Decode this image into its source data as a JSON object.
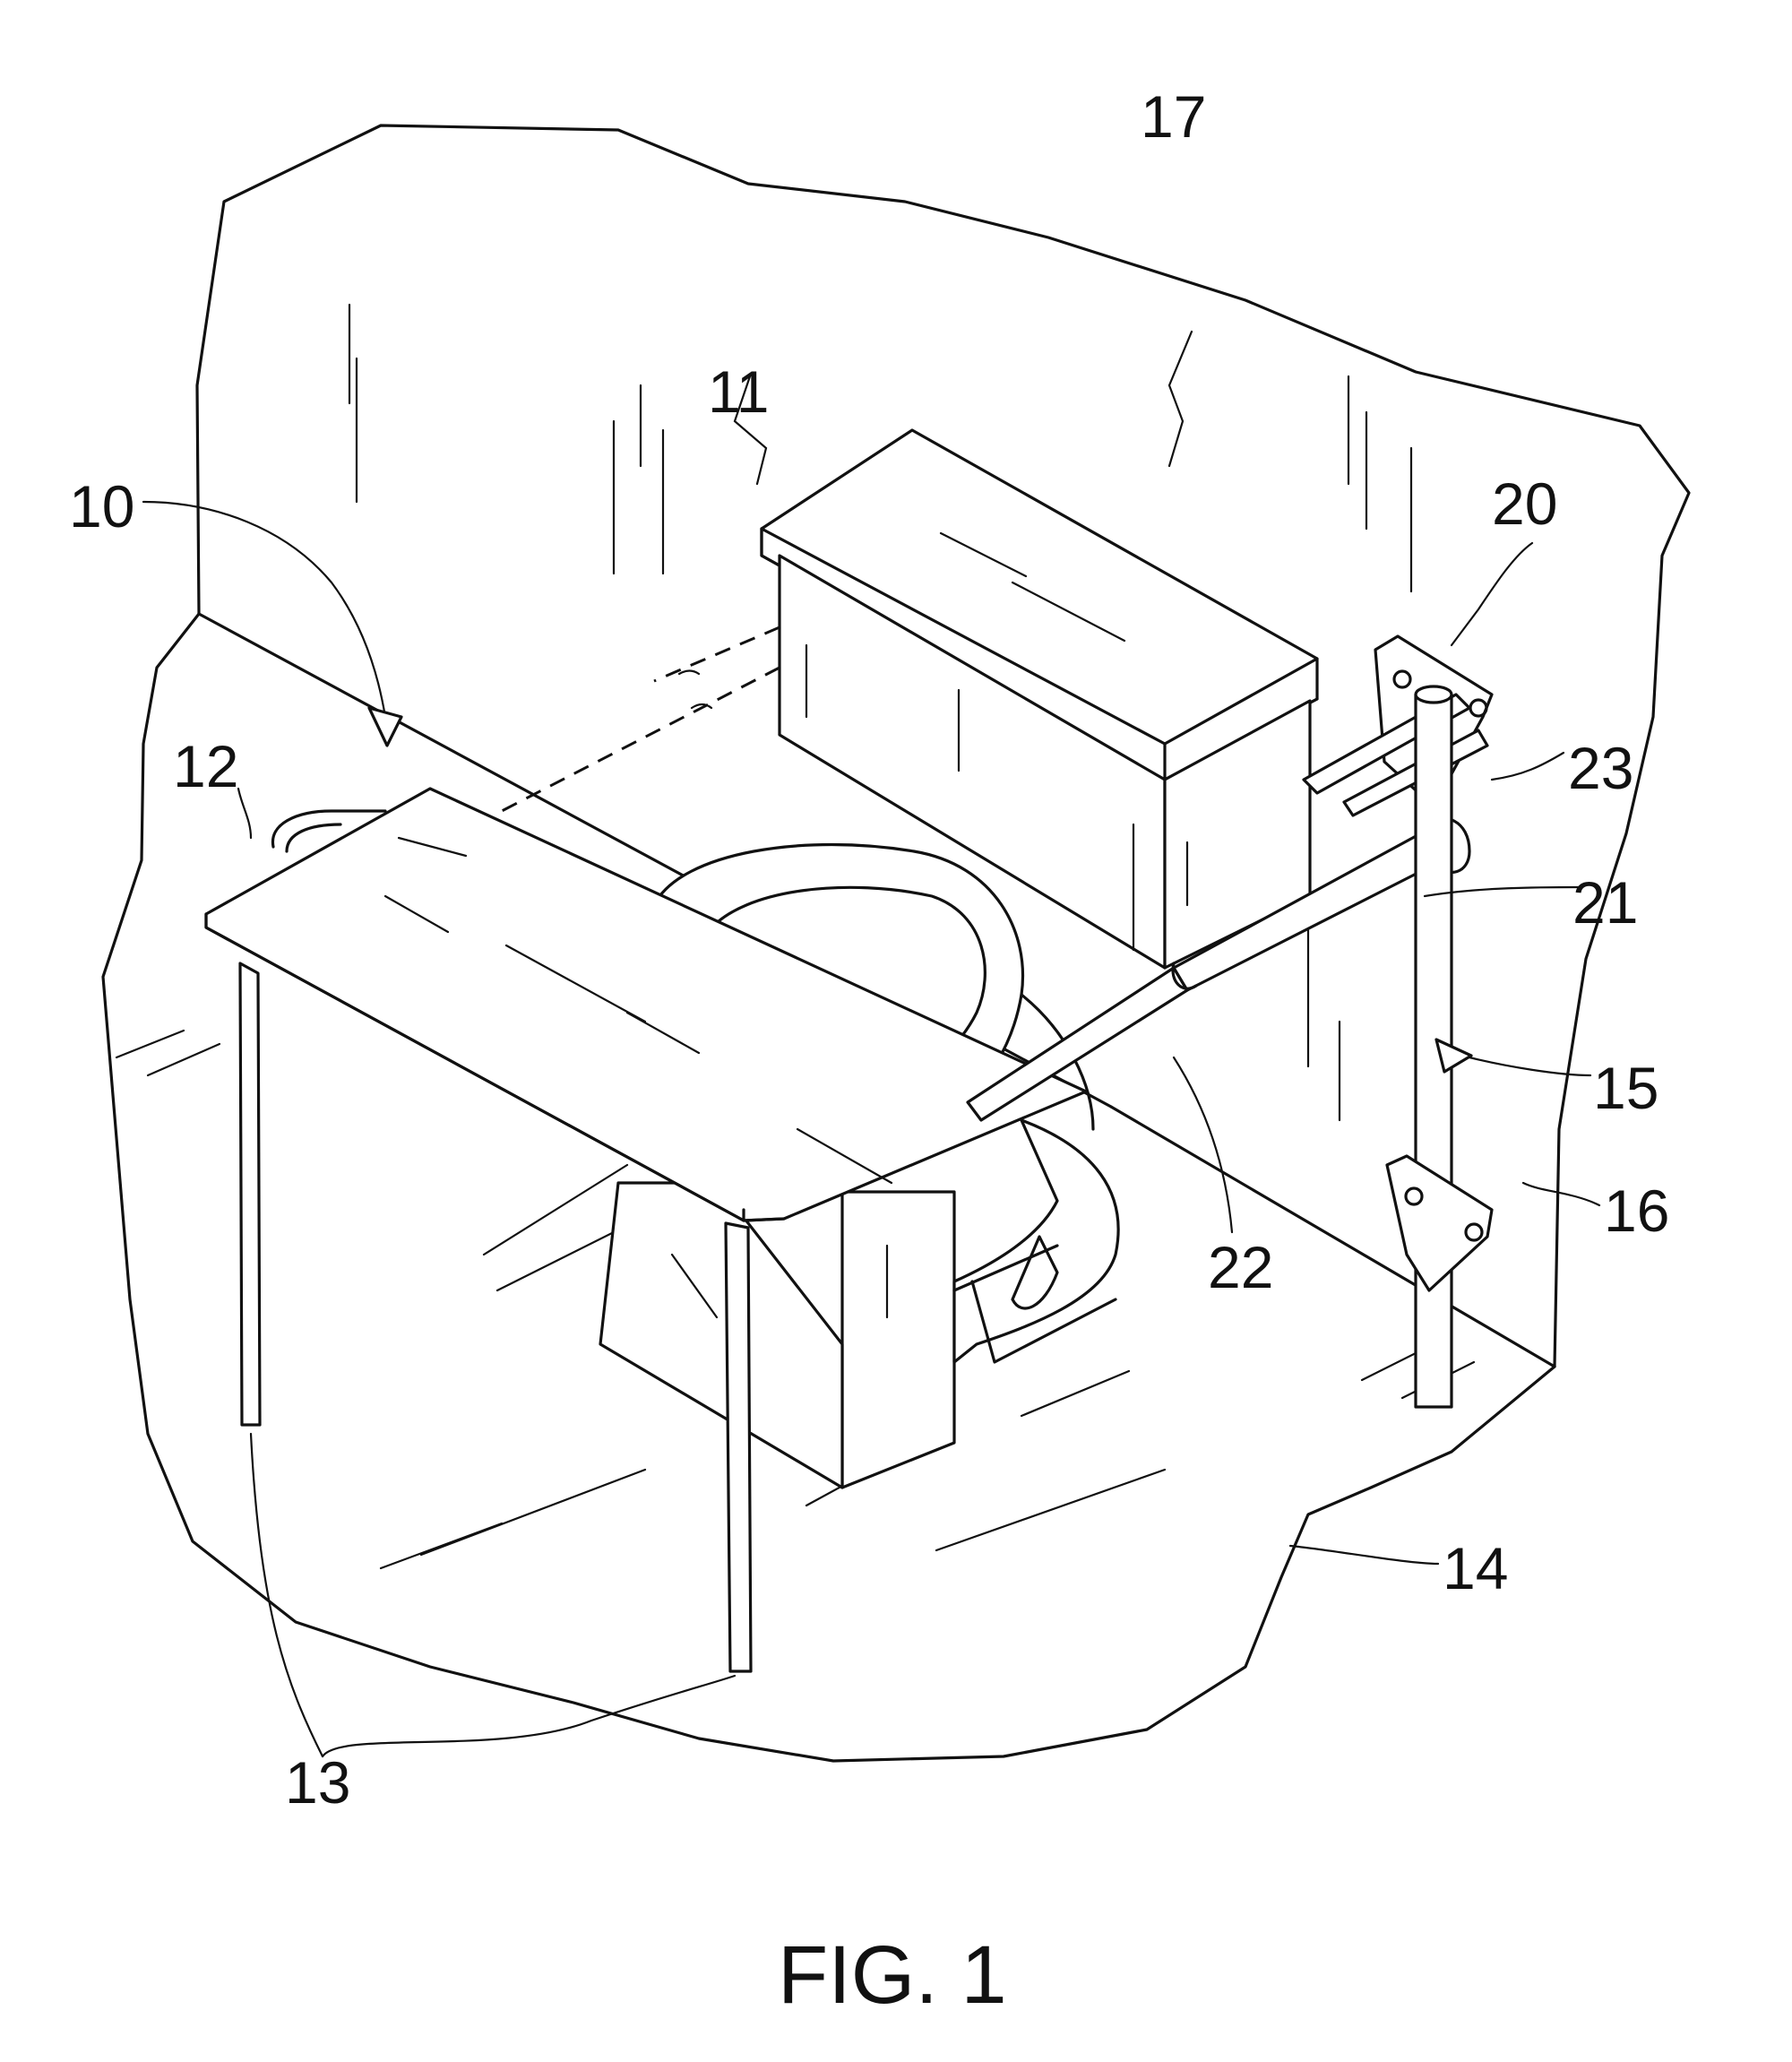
{
  "figure": {
    "caption": "FIG. 1",
    "reference_numerals": {
      "n10": "10",
      "n11": "11",
      "n12": "12",
      "n13": "13",
      "n14": "14",
      "n15": "15",
      "n16": "16",
      "n17": "17",
      "n20": "20",
      "n21": "21",
      "n22": "22",
      "n23": "23"
    }
  }
}
